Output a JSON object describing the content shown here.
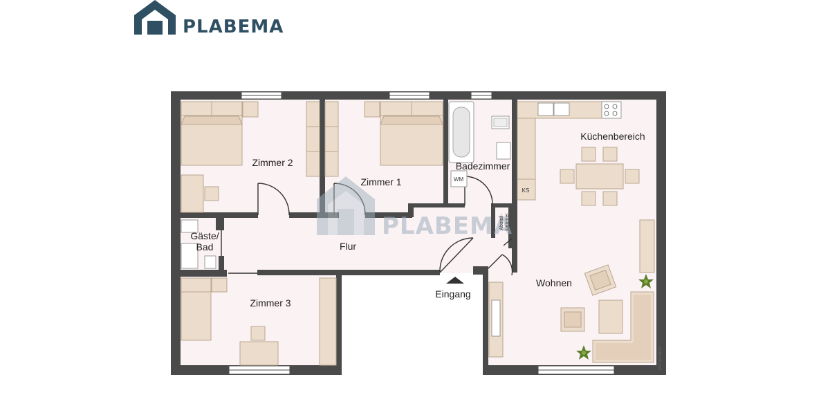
{
  "brand": {
    "name": "PLABEMA",
    "color": "#2f4f62",
    "icon": "house-logo-icon"
  },
  "watermark": {
    "text": "PLABEMA",
    "icon": "house-logo-icon"
  },
  "rooms": {
    "zimmer2": "Zimmer 2",
    "zimmer1": "Zimmer 1",
    "badezimmer": "Badezimmer",
    "kuechenbereich": "Küchenbereich",
    "gaeste_line1": "Gäste/",
    "gaeste_line2": "Bad",
    "flur": "Flur",
    "abstellkammer_line1": "Abstell-",
    "abstellkammer_line2": "kammer",
    "zimmer3": "Zimmer 3",
    "eingang": "Eingang",
    "wohnen": "Wohnen"
  },
  "fixtures": {
    "washing_machine": "WM",
    "fridge": "KS"
  },
  "credit": "McGrundriss",
  "colors": {
    "wall": "#4a4a4a",
    "floor": "#fbf2f4",
    "furniture": "#ecdccb",
    "furniture_stroke": "#b9a68f",
    "plant": "#5a7d2a"
  }
}
